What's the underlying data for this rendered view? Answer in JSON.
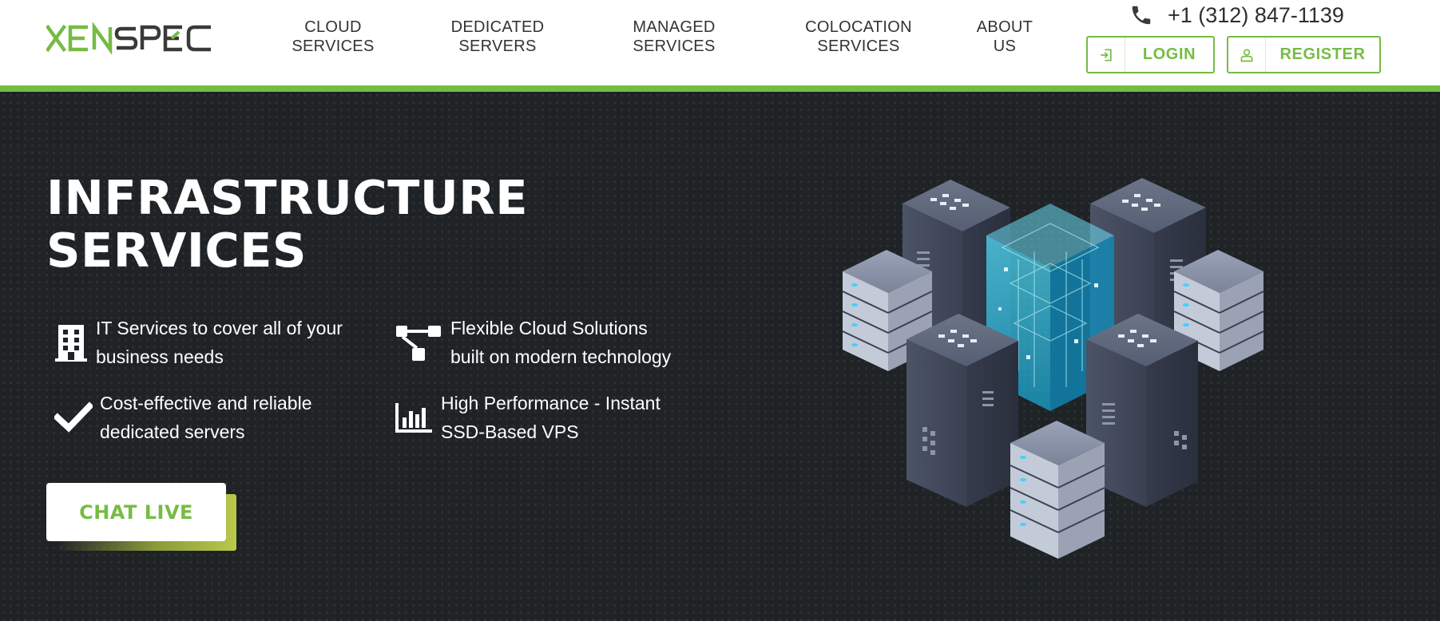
{
  "header": {
    "logo": {
      "left": "XEN",
      "right": "SPEC",
      "accent_color": "#76bc43",
      "dark_color": "#3a3a3a"
    },
    "nav": [
      {
        "line1": "CLOUD",
        "line2": "SERVICES"
      },
      {
        "line1": "DEDICATED",
        "line2": "SERVERS"
      },
      {
        "line1": "MANAGED",
        "line2": "SERVICES"
      },
      {
        "line1": "COLOCATION",
        "line2": "SERVICES"
      },
      {
        "line1": "ABOUT",
        "line2": "US"
      }
    ],
    "phone": {
      "icon": "phone-icon",
      "number": "+1 (312) 847-1139"
    },
    "login": {
      "icon": "sign-in-icon",
      "label": "LOGIN"
    },
    "register": {
      "icon": "user-icon",
      "label": "REGISTER"
    }
  },
  "hero": {
    "title_line1": "INFRASTRUCTURE",
    "title_line2": "SERVICES",
    "features": [
      {
        "icon": "building-icon",
        "line1": "IT Services to cover all of your",
        "line2": "business needs"
      },
      {
        "icon": "network-nodes-icon",
        "line1": "Flexible Cloud Solutions",
        "line2": "built on modern technology"
      },
      {
        "icon": "checkmark-icon",
        "line1": "Cost-effective and reliable",
        "line2": "dedicated servers"
      },
      {
        "icon": "bar-chart-icon",
        "line1": "High Performance - Instant",
        "line2": "SSD-Based VPS"
      }
    ],
    "cta": {
      "label": "CHAT LIVE"
    }
  },
  "colors": {
    "brand_green": "#76bc43",
    "hero_background": "#1f2326",
    "text_dark": "#333333",
    "text_light": "#ffffff"
  }
}
